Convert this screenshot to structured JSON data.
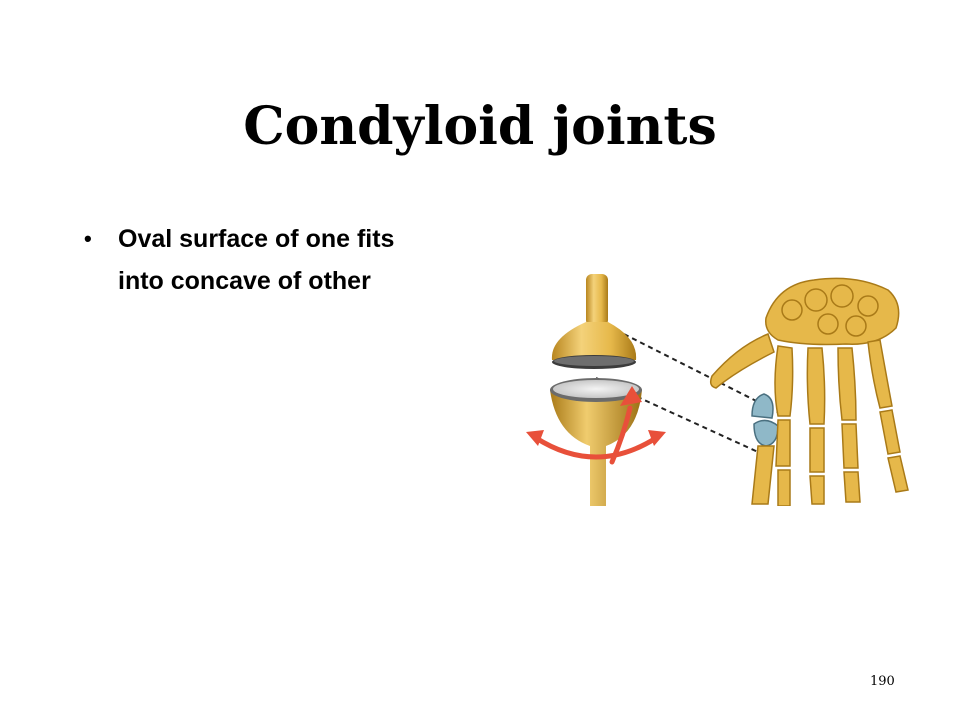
{
  "slide": {
    "title": "Condyloid joints",
    "bullets": [
      "Oval surface of one fits into concave of other"
    ],
    "page_number": "190"
  },
  "colors": {
    "bone": "#e6b84a",
    "bone_dark": "#b8861f",
    "joint_highlight": "#8fb8c8",
    "arrow": "#e8503a",
    "cup_interior": "#d8d8d8"
  },
  "icons": {
    "bullet": "bullet-dot-icon",
    "illustration": "condyloid-joint-hand-illustration"
  }
}
